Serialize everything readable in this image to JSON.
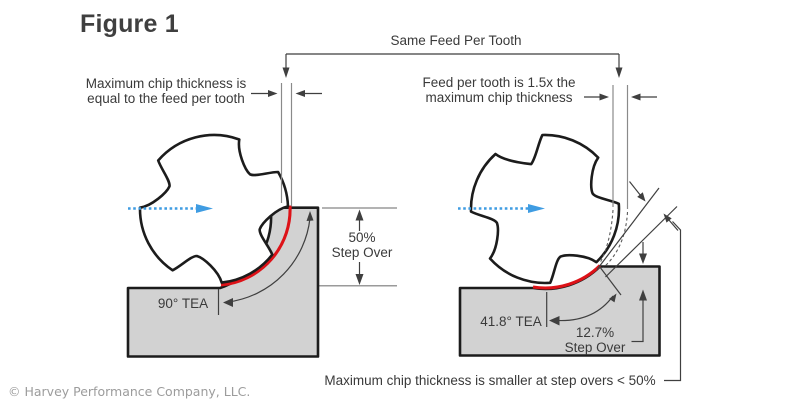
{
  "title": "Figure 1",
  "copyright": "© Harvey Performance Company, LLC.",
  "annotations": {
    "same_feed": "Same Feed Per Tooth",
    "left_note_line1": "Maximum chip thickness is",
    "left_note_line2": "equal to the feed per tooth",
    "right_note_line1": "Feed per tooth is 1.5x the",
    "right_note_line2": "maximum chip thickness",
    "left_stepover_line1": "50%",
    "left_stepover_line2": "Step Over",
    "left_tea": "90° TEA",
    "right_tea": "41.8° TEA",
    "right_stepover_line1": "12.7%",
    "right_stepover_line2": "Step Over",
    "bottom_note": "Maximum chip thickness is smaller at step overs < 50%"
  },
  "values": {
    "left_diagram": {
      "step_over_percent": 50,
      "tool_engagement_angle_deg": 90
    },
    "right_diagram": {
      "step_over_percent": 12.7,
      "tool_engagement_angle_deg": 41.8,
      "feed_to_chip_ratio": "1.5x"
    }
  },
  "icons": {
    "feed_direction_left": "blue-dashed-arrow-right",
    "feed_direction_right": "blue-dashed-arrow-right"
  },
  "colors": {
    "chip_red": "#dd1218",
    "feed_blue": "#3f9ce2",
    "workpiece_gray": "#d2d2d2",
    "outline_dark": "#1c1c1c",
    "dim_gray": "#3f3f3f",
    "ext_gray": "#9a9a9a",
    "text_color": "#3a3a3a",
    "muted_color": "#9c9c9c"
  }
}
